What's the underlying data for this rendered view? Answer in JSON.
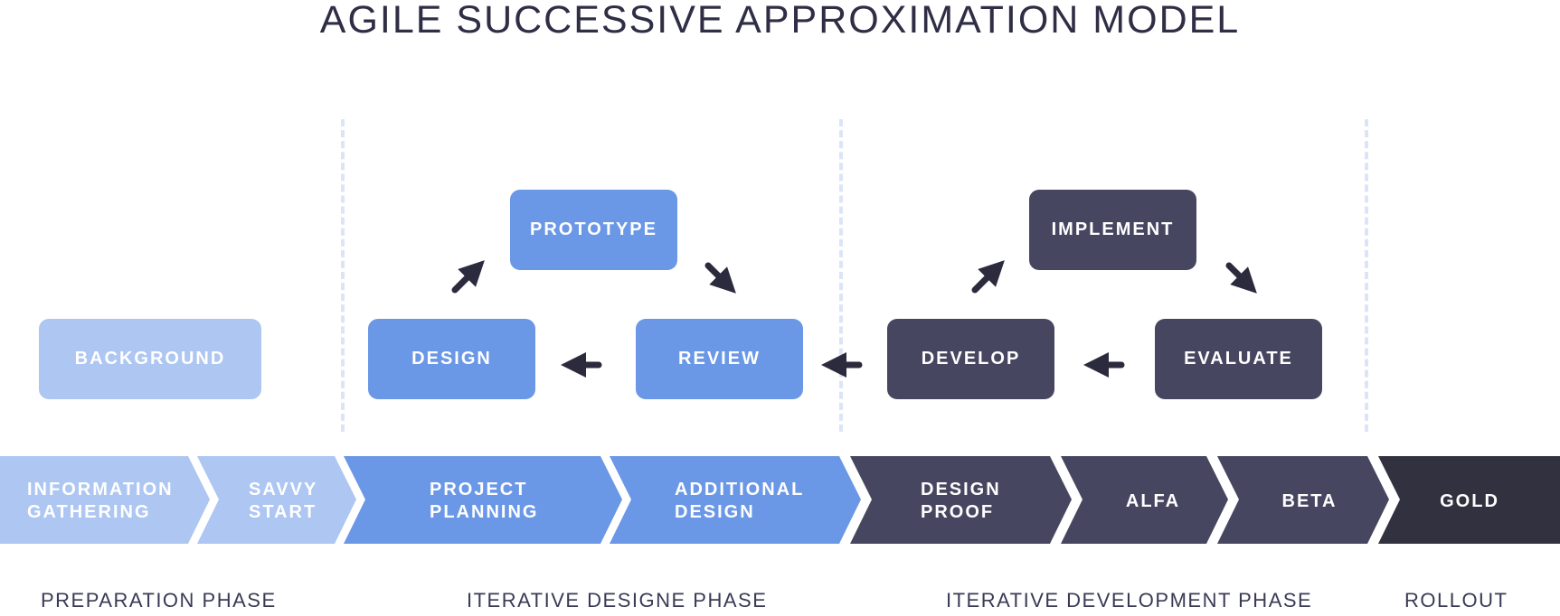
{
  "title": "AGILE SUCCESSIVE APPROXIMATION MODEL",
  "colors": {
    "pale": "#adc6f2",
    "blue": "#6a97e6",
    "navy": "#464661",
    "dark": "#32313f",
    "arrow": "#2c2b3e",
    "divider": "#dbe4f8"
  },
  "boxes": {
    "background": "BACKGROUND",
    "design": "DESIGN",
    "prototype": "PROTOTYPE",
    "review": "REVIEW",
    "develop": "DEVELOP",
    "implement": "IMPLEMENT",
    "evaluate": "EVALUATE"
  },
  "steps": [
    "INFORMATION\nGATHERING",
    "SAVVY\nSTART",
    "PROJECT\nPLANNING",
    "ADDITIONAL\nDESIGN",
    "DESIGN\nPROOF",
    "ALFA",
    "BETA",
    "GOLD"
  ],
  "phases": [
    "PREPARATION PHASE",
    "ITERATIVE DESIGNE PHASE",
    "ITERATIVE DEVELOPMENT PHASE",
    "ROLLOUT"
  ],
  "icons": [
    "arrow-up-right-icon",
    "arrow-down-right-icon",
    "arrow-left-icon"
  ]
}
